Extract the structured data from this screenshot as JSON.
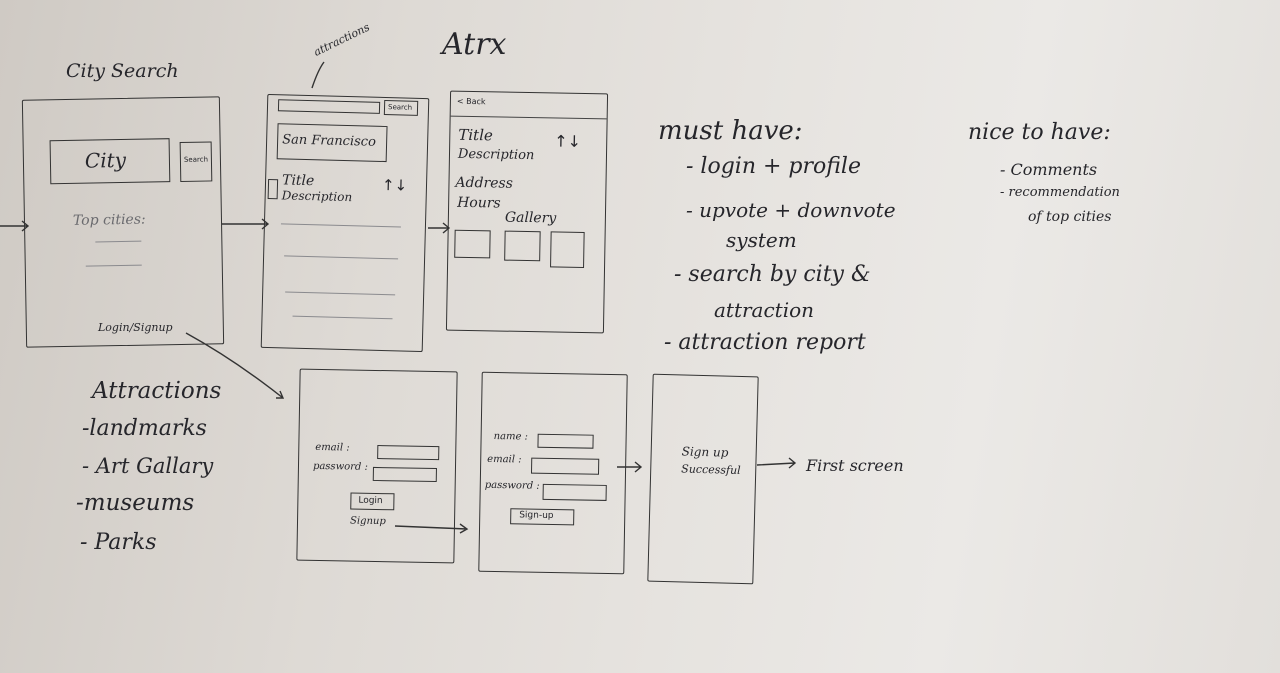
{
  "whiteboard": {
    "city_search": {
      "title": "City Search",
      "input": "City",
      "button": "Search",
      "top_cities": "Top cities:",
      "login": "Login/Signup"
    },
    "attractions_screen": {
      "annotation": "attractions",
      "search_button": "Search",
      "city": "San Francisco",
      "item_line1": "Title",
      "item_line2": "Description",
      "votes": "↑↓"
    },
    "atrx_screen": {
      "heading": "Atrx",
      "back": "< Back",
      "line_title": "Title",
      "line_desc": "Description",
      "line_address": "Address",
      "line_hours": "Hours",
      "gallery": "Gallery",
      "votes": "↑↓"
    },
    "attractions_list": {
      "title": "Attractions",
      "items": [
        "-landmarks",
        "- Art Gallary",
        "-museums",
        "- Parks"
      ]
    },
    "login_screen": {
      "email": "email :",
      "password": "password :",
      "login_button": "Login",
      "signup": "Signup"
    },
    "signup_screen": {
      "name": "name :",
      "email": "email :",
      "password": "password :",
      "button": "Sign-up"
    },
    "success_screen": {
      "line1": "Sign up",
      "line2": "Successful",
      "next": "First screen"
    },
    "must_have": {
      "title": "must have:",
      "items": [
        "- login + profile",
        "- upvote + downvote",
        "system",
        "- search by city &",
        "attraction",
        "- attraction report"
      ]
    },
    "nice_to_have": {
      "title": "nice to have:",
      "items": [
        "- Comments",
        "- recommendation",
        "of top cities"
      ]
    }
  }
}
